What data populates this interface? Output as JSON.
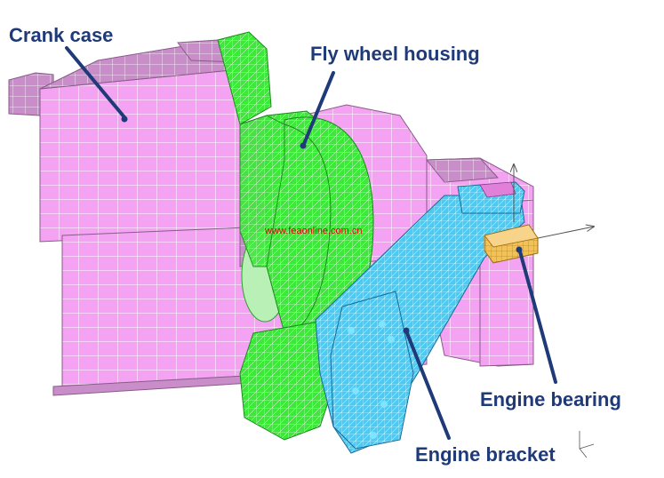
{
  "labels": {
    "crank_case": "Crank case",
    "fly_wheel_housing": "Fly wheel housing",
    "engine_bearing": "Engine bearing",
    "engine_bracket": "Engine bracket"
  },
  "watermark": "www.feaonline.com.cn",
  "colors": {
    "crank_case": "#f4a3f2",
    "crank_case_dark": "#c88cc8",
    "fly_wheel_housing": "#3ee83a",
    "engine_bracket": "#48c8ef",
    "engine_bearing": "#f0c050",
    "leader_line": "#1f3a78",
    "watermark": "#e0000a"
  }
}
